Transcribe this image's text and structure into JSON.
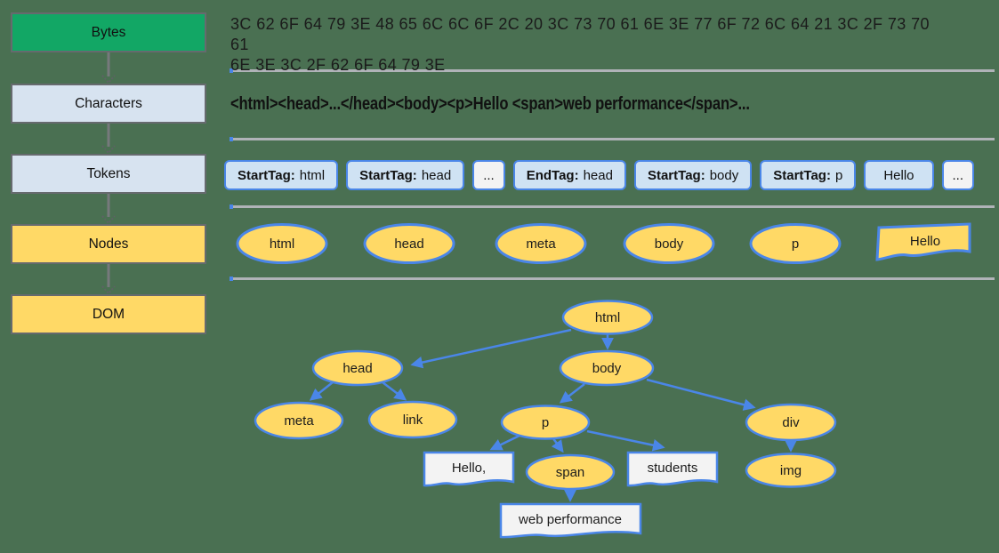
{
  "pipeline": {
    "steps": [
      {
        "label": "Bytes"
      },
      {
        "label": "Characters"
      },
      {
        "label": "Tokens"
      },
      {
        "label": "Nodes"
      },
      {
        "label": "DOM"
      }
    ]
  },
  "bytes_row": {
    "line1": "3C 62 6F 64 79 3E 48 65 6C 6C 6F 2C 20 3C 73 70 61 6E 3E 77 6F 72 6C 64 21 3C 2F 73 70 61",
    "line2": "6E 3E 3C 2F 62 6F 64 79 3E"
  },
  "characters_row": {
    "text": "<html><head>...</head><body><p>Hello <span>web performance</span>..."
  },
  "tokens_row": {
    "items": [
      {
        "prefix": "StartTag:",
        "value": "html"
      },
      {
        "prefix": "StartTag:",
        "value": "head"
      },
      {
        "prefix": "",
        "value": "..."
      },
      {
        "prefix": "EndTag:",
        "value": "head"
      },
      {
        "prefix": "StartTag:",
        "value": "body"
      },
      {
        "prefix": "StartTag:",
        "value": "p"
      },
      {
        "prefix": "",
        "value": "Hello"
      },
      {
        "prefix": "",
        "value": "..."
      }
    ]
  },
  "nodes_row": {
    "items": [
      {
        "label": "html"
      },
      {
        "label": "head"
      },
      {
        "label": "meta"
      },
      {
        "label": "body"
      },
      {
        "label": "p"
      },
      {
        "label": "Hello"
      }
    ]
  },
  "dom_tree": {
    "nodes": {
      "html": "html",
      "head": "head",
      "body": "body",
      "meta": "meta",
      "link": "link",
      "p": "p",
      "div": "div",
      "hello": "Hello,",
      "span": "span",
      "students": "students",
      "web_performance": "web performance",
      "img": "img"
    }
  },
  "colors": {
    "background": "#4a7052",
    "bytes_box_green": "#12a765",
    "pipeline_blue_fill": "#d7e3f0",
    "node_yellow_fill": "#ffd966",
    "token_blue_fill": "#cfe2f3",
    "ellipsis_fill": "#f3f3f3",
    "blue_border": "#4a86e8",
    "gray_border": "#666a6e",
    "separator_gray": "#b0b3b8"
  }
}
